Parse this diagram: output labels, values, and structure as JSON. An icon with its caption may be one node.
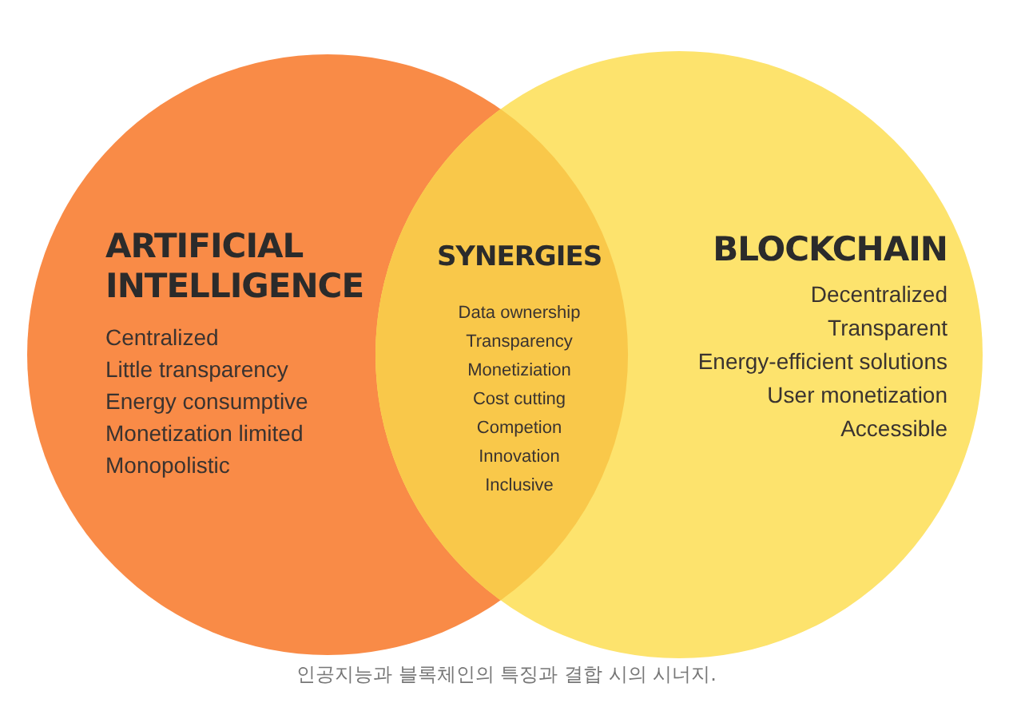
{
  "diagram": {
    "caption": "인공지능과 블록체인의 특징과 결합 시의 시너지.",
    "nodes": [
      {
        "text": [
          "ARTIFICIAL INTELLIGENCE",
          "Centralized",
          "Little transparency",
          "Energy consumptive",
          "Monetization limited",
          "Monopolistic"
        ]
      },
      {
        "text": [
          "BLOCKCHAIN",
          "Decentralized",
          "Transparent",
          "Energy-efficient solutions",
          "User monetization",
          "Accessible"
        ]
      },
      {
        "text": [
          "SYNERGIES",
          "Data ownership",
          "Transparency",
          "Monetiziation",
          "Cost cutting",
          "Competion",
          "Innovation",
          "Inclusive"
        ]
      }
    ],
    "edges": []
  }
}
